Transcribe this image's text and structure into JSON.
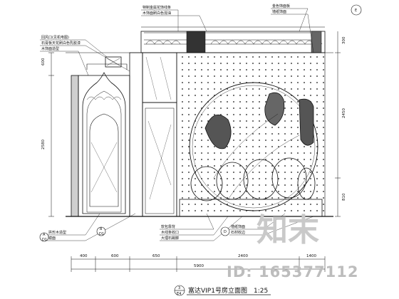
{
  "drawing": {
    "title": "富达VIP1号房立面图",
    "scale": "1:25",
    "section_tag": "3",
    "section_sheet": "E4",
    "callouts": {
      "left_a": "A",
      "left_a_sheet": "D1",
      "left_b": "B",
      "left_b_sheet": "D1",
      "top_right": "E",
      "bottom_mid": "D"
    }
  },
  "dimensions": {
    "vertical_left": [
      "600",
      "2580"
    ],
    "vertical_right": [
      "300",
      "2450",
      "810"
    ],
    "horizontal_bottom": [
      "400",
      "600",
      "650",
      "2400",
      "1400"
    ],
    "horizontal_total": "5900"
  },
  "annotations": {
    "top_left": [
      "回风口(见机电图)",
      "石膏板天花刷白色乳胶漆",
      "木饰面造型"
    ],
    "top_center": [
      "特制金属花饰线条",
      "木饰面刷白色混油"
    ],
    "top_right": [
      "金色饰面板",
      "墙纸饰面"
    ],
    "bottom_left": [
      "拱形木造型",
      "镜面"
    ],
    "bottom_center": [
      "软包靠背",
      "木线条收口",
      "大理石踢脚"
    ],
    "bottom_right": [
      "墙纸饰面",
      "石材收边"
    ]
  },
  "watermark": {
    "logo": "知末",
    "id": "ID: 165377112"
  }
}
